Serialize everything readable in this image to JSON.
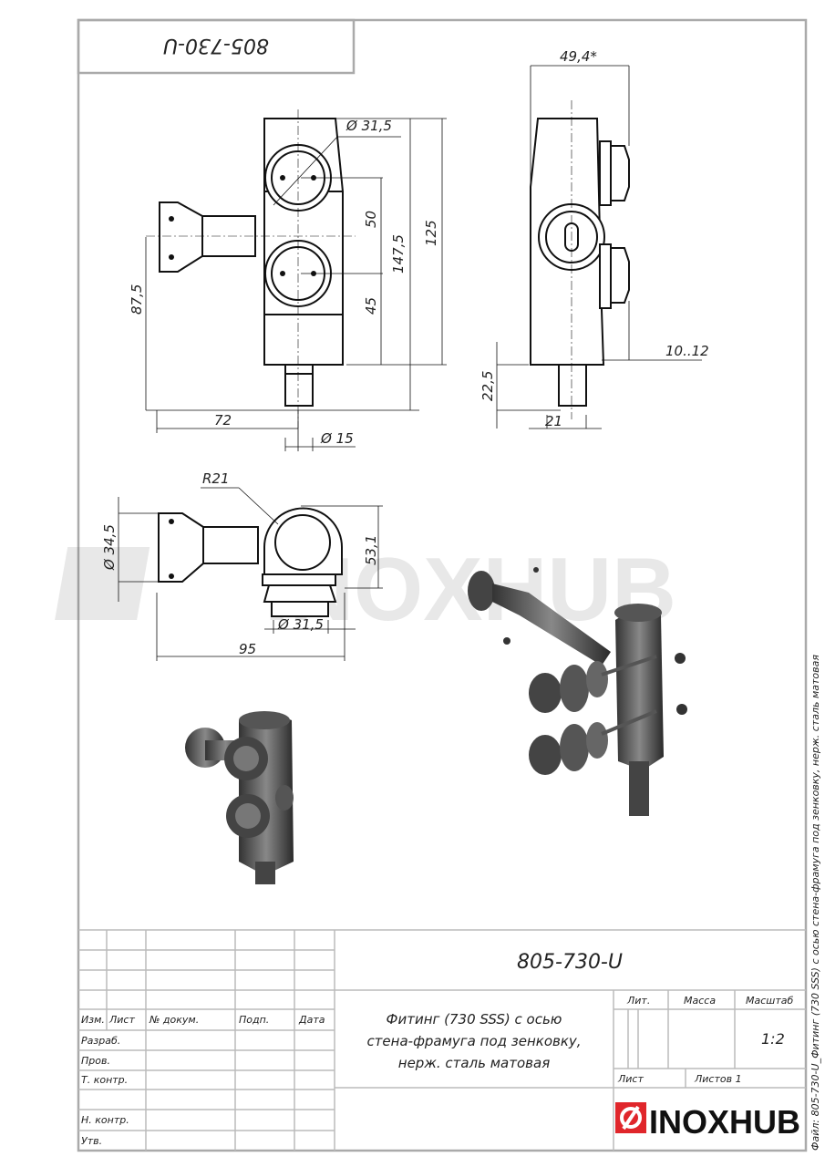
{
  "drawing": {
    "code": "805-730-U",
    "code_rotated": "805-730-U",
    "watermark": "INOXHUB",
    "side_text": "Файл: 805-730-U_Фитинг (730 SSS) с осью стена-фрамуга под зенковку, нерж. сталь матовая",
    "dimensions": {
      "front_dia_top": "Ø 31,5",
      "front_50": "50",
      "front_147_5": "147,5",
      "front_125": "125",
      "front_45": "45",
      "front_87_5": "87,5",
      "front_72": "72",
      "front_dia_15": "Ø 15",
      "side_49_4": "49,4*",
      "side_10_12": "10..12",
      "side_22_5": "22,5",
      "side_21": "21",
      "top_r21": "R21",
      "top_dia_34_5": "Ø 34,5",
      "top_53_1": "53,1",
      "top_dia_31_5": "Ø 31,5",
      "top_95": "95"
    }
  },
  "title_block": {
    "number": "805-730-U",
    "description": [
      "Фитинг (730 SSS) с осью",
      "стена-фрамуга под зенковку,",
      "нерж. сталь матовая"
    ],
    "headers": {
      "izm": "Изм.",
      "list": "Лист",
      "doc": "№ докум.",
      "sign": "Подп.",
      "date": "Дата"
    },
    "roles": [
      "Разраб.",
      "Пров.",
      "Т. контр.",
      "",
      "Н. контр.",
      "Утв."
    ],
    "lit": "Лит.",
    "mass": "Масса",
    "scale_label": "Масштаб",
    "scale": "1:2",
    "sheet": "Лист",
    "sheets": "Листов 1",
    "logo": "INOXHUB",
    "logo_color": "#e0262b"
  }
}
